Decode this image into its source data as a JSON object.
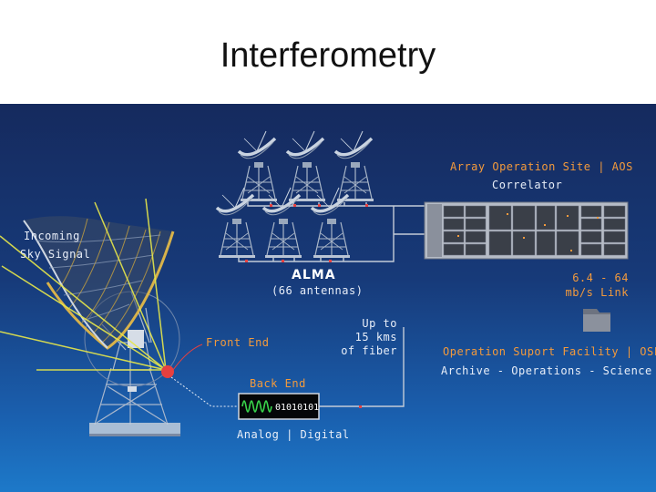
{
  "slide": {
    "title": "Interferometry"
  },
  "diagram": {
    "incoming": {
      "line1": "Incoming",
      "line2": "Sky Signal"
    },
    "alma": {
      "name": "ALMA",
      "sub": "(66 antennas)"
    },
    "aos": {
      "title": "Array Operation Site | AOS",
      "correlator": "Correlator"
    },
    "link": {
      "line1": "6.4 - 64",
      "line2": "mb/s Link"
    },
    "fiber": {
      "line1": "Up to",
      "line2": "15 kms",
      "line3": "of fiber"
    },
    "osf": {
      "title": "Operation Suport Facility | OSF",
      "functions": "Archive - Operations - Science"
    },
    "front_end": "Front End",
    "back_end": "Back End",
    "signal_box": {
      "digital_text": "01010101"
    },
    "analog_digital": "Analog | Digital",
    "colors": {
      "background_top": "#152a5e",
      "background_bottom": "#1d79c9",
      "accent_orange": "#f39a3c",
      "signal_yellow": "#e8e84a",
      "link_red": "#e64040",
      "wave_green": "#39d64b"
    }
  }
}
